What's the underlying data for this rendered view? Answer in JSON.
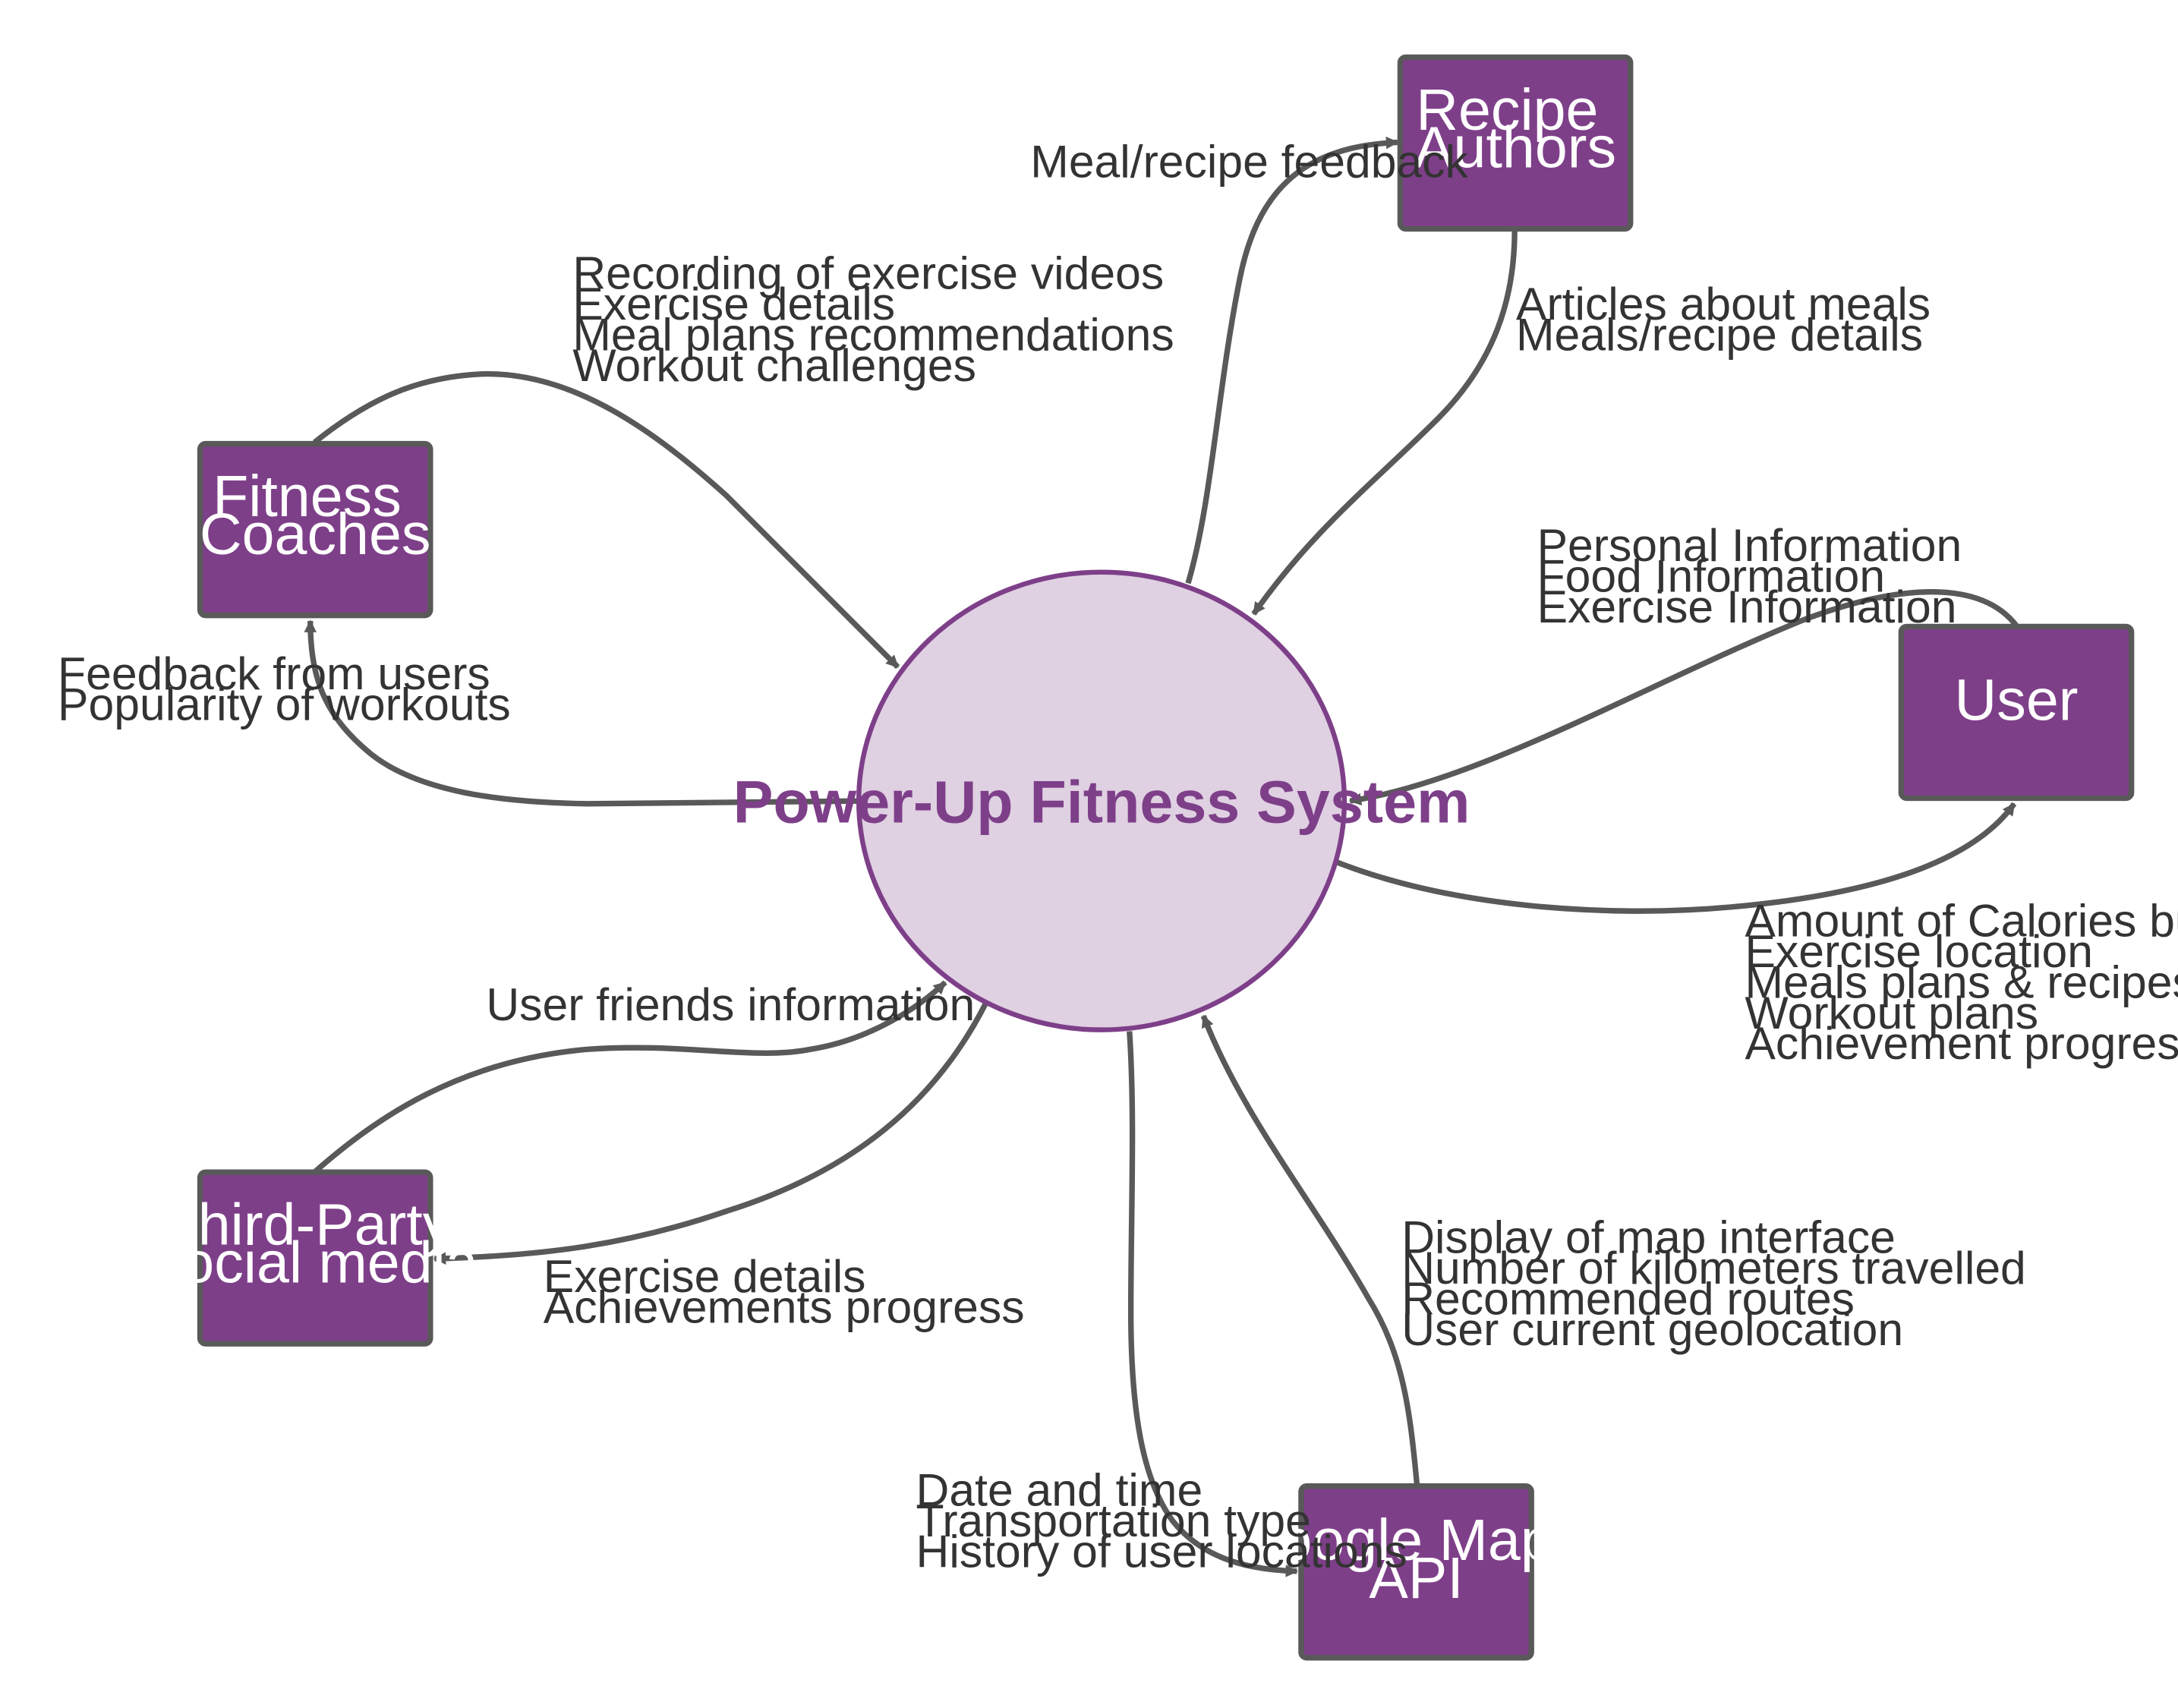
{
  "colors": {
    "entity_fill": "#7e3f89",
    "process_fill": "#dfd0e2",
    "process_stroke": "#7e3f89",
    "process_text": "#7e3f89",
    "arrow": "#595959",
    "label_text": "#333333"
  },
  "process": {
    "label": "Power-Up Fitness System"
  },
  "entities": {
    "recipe_authors": [
      "Recipe",
      "Authors"
    ],
    "fitness_coaches": [
      "Fitness",
      "Coaches"
    ],
    "user": [
      "User"
    ],
    "third_party": [
      "Third-Party",
      "social media"
    ],
    "google_maps": [
      "Google Maps",
      "API"
    ]
  },
  "flows": {
    "meal_feedback": [
      "Meal/recipe feedback"
    ],
    "recipe_articles": [
      "Articles about meals",
      "Meals/recipe details"
    ],
    "coach_content": [
      "Recording of exercise videos",
      "Exercise details",
      "Meal plans recommendations",
      "Workout challenges"
    ],
    "coach_feedback": [
      "Feedback from users",
      "Popularity of workouts"
    ],
    "user_input": [
      "Personal Information",
      "Food Information",
      "Exercise Information"
    ],
    "user_output": [
      "Amount of Calories burnt",
      "Exercise location",
      "Meals plans & recipes",
      "Workout plans",
      "Achievement progress"
    ],
    "friends_info": [
      "User friends information"
    ],
    "social_share": [
      "Exercise details",
      "Achievements progress"
    ],
    "maps_output": [
      "Display of map interface",
      "Number of kilometers travelled",
      "Recommended routes",
      "User current geolocation"
    ],
    "maps_input": [
      "Date and time",
      "Transportation type",
      "History of user locations"
    ]
  }
}
